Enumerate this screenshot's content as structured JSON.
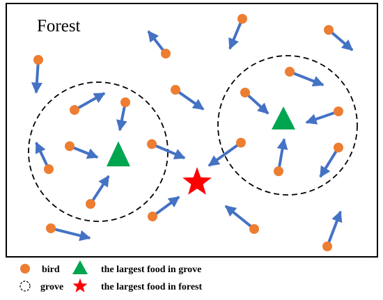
{
  "title": "Forest",
  "legend": {
    "bird": "bird",
    "grove": "grove",
    "grove_food": "the largest food in grove",
    "forest_food": "the largest food in forest"
  },
  "colors": {
    "bird": "#ED7D31",
    "arrow": "#4472C4",
    "grove_food": "#00A550",
    "forest_food": "#FF0000",
    "frame": "#000000"
  },
  "icons": {
    "bird": "orange-circle",
    "grove": "dashed-circle",
    "grove_food": "green-triangle",
    "forest_food": "red-star"
  }
}
